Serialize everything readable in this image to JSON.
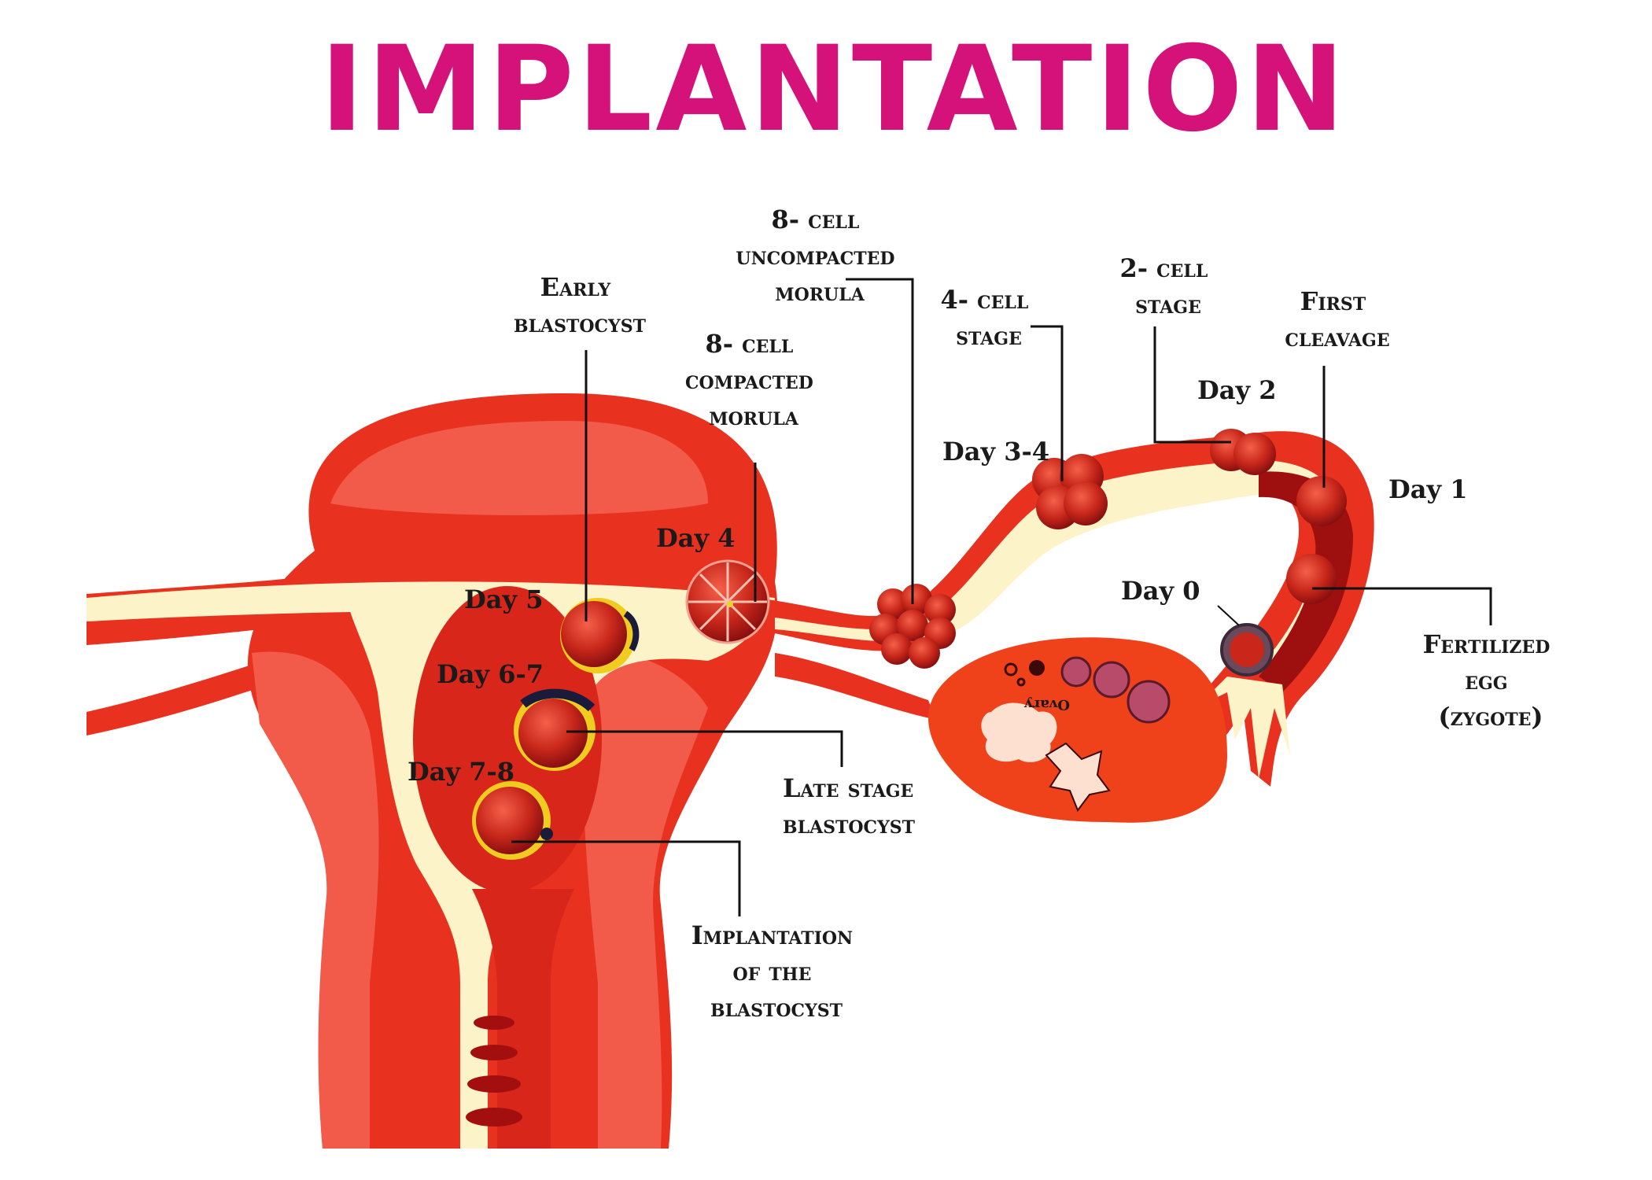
{
  "title": "IMPLANTATION",
  "colors": {
    "title": "#d4127a",
    "uterus_outer": "#e8321f",
    "uterus_light": "#f25a4a",
    "uterus_dark": "#c41d12",
    "cavity": "#fdf3c8",
    "endometrium": "#d9261a",
    "ovary": "#f0421a",
    "embryo": "#c8271a",
    "embryo_rim": "#e8b81a",
    "tube_inner": "#9e1010"
  },
  "labels": {
    "early_blastocyst": [
      "Early",
      "blastocyst"
    ],
    "compacted_morula": [
      "8- cell",
      "compacted",
      "morula"
    ],
    "uncompacted_morula": [
      "8- cell",
      "uncompacted",
      "morula"
    ],
    "four_cell": [
      "4- cell",
      "stage"
    ],
    "two_cell": [
      "2- cell",
      "stage"
    ],
    "first_cleavage": [
      "First",
      "cleavage"
    ],
    "fertilized_egg": [
      "Fertilized",
      "egg",
      "(zygote)"
    ],
    "late_blastocyst": [
      "Late stage",
      "blastocyst"
    ],
    "implantation_blastocyst": [
      "Implantation",
      "of the",
      "blastocyst"
    ],
    "ovary": "Ovary"
  },
  "days": {
    "day0": "Day 0",
    "day1": "Day 1",
    "day2": "Day 2",
    "day34": "Day 3-4",
    "day4": "Day 4",
    "day5": "Day 5",
    "day67": "Day 6-7",
    "day78": "Day 7-8"
  }
}
